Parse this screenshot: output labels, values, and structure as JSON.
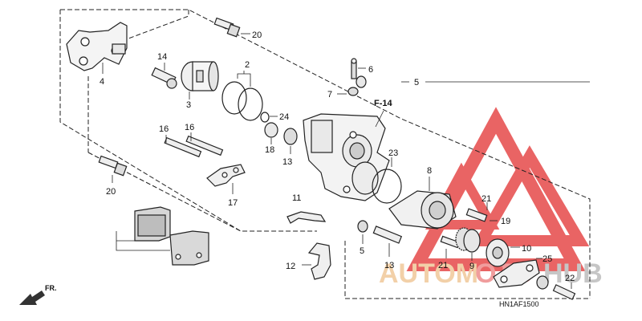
{
  "diagram": {
    "reference_label": "F-14",
    "diagram_code": "HN1AF1500",
    "direction_label": "FR.",
    "callouts": {
      "c2": "2",
      "c3": "3",
      "c4": "4",
      "c5": "5",
      "c5b": "5",
      "c6": "6",
      "c7": "7",
      "c8": "8",
      "c9": "9",
      "c10": "10",
      "c11": "11",
      "c12": "12",
      "c13a": "13",
      "c13b": "13",
      "c14": "14",
      "c16a": "16",
      "c16b": "16",
      "c17": "17",
      "c18": "18",
      "c19": "19",
      "c20a": "20",
      "c20b": "20",
      "c21a": "21",
      "c21b": "21",
      "c22": "22",
      "c23": "23",
      "c24": "24",
      "c25": "25"
    },
    "watermark": {
      "text_left": "AUTOM",
      "text_mid": "OTO",
      "text_right": "HUB",
      "color_main": "#f0c89a",
      "color_mid": "#ee8d8d",
      "color_hub": "#bdbdbd",
      "triangle_color": "#e64a4a"
    }
  }
}
